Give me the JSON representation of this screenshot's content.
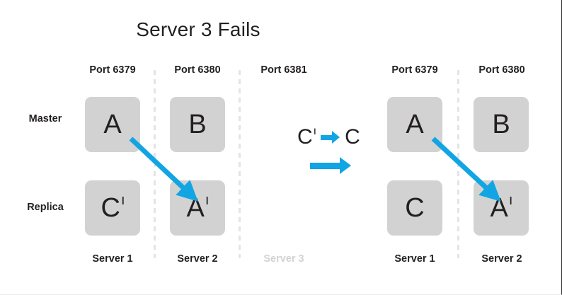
{
  "slide": {
    "title": "Server 3 Fails",
    "background": "#ffffff",
    "accent_color": "#12a5e3",
    "node_fill": "#d2d2d2",
    "text_color": "#231f20",
    "dim_color": "#d2d2d2"
  },
  "row_labels": {
    "master": "Master",
    "replica": "Replica"
  },
  "panels": {
    "before": {
      "columns": [
        {
          "port_label": "Port 6379",
          "server_label": "Server 1",
          "failed": false,
          "master": {
            "letter": "A",
            "prime": ""
          },
          "replica": {
            "letter": "C",
            "prime": "ı"
          }
        },
        {
          "port_label": "Port 6380",
          "server_label": "Server 2",
          "failed": false,
          "master": {
            "letter": "B",
            "prime": ""
          },
          "replica": {
            "letter": "A",
            "prime": "ı"
          }
        },
        {
          "port_label": "Port 6381",
          "server_label": "Server 3",
          "failed": true,
          "master": null,
          "replica": null
        }
      ]
    },
    "after": {
      "columns": [
        {
          "port_label": "Port 6379",
          "server_label": "Server 1",
          "failed": false,
          "master": {
            "letter": "A",
            "prime": ""
          },
          "replica": {
            "letter": "C",
            "prime": ""
          }
        },
        {
          "port_label": "Port 6380",
          "server_label": "Server 2",
          "failed": false,
          "master": {
            "letter": "B",
            "prime": ""
          },
          "replica": {
            "letter": "A",
            "prime": "ı"
          }
        }
      ]
    }
  },
  "legend": {
    "promotion": {
      "from_letter": "C",
      "from_prime": "ı",
      "to_letter": "C",
      "to_prime": "",
      "arrow_icon": "arrow-right-icon"
    },
    "flow": {
      "arrow_icon": "arrow-right-icon"
    }
  },
  "replication_arrows": [
    {
      "name": "replication-arrow-before",
      "from": "A (Server 1 master)",
      "to": "A' (Server 2 replica)"
    },
    {
      "name": "replication-arrow-after",
      "from": "A (Server 1 master)",
      "to": "A' (Server 2 replica)"
    }
  ]
}
